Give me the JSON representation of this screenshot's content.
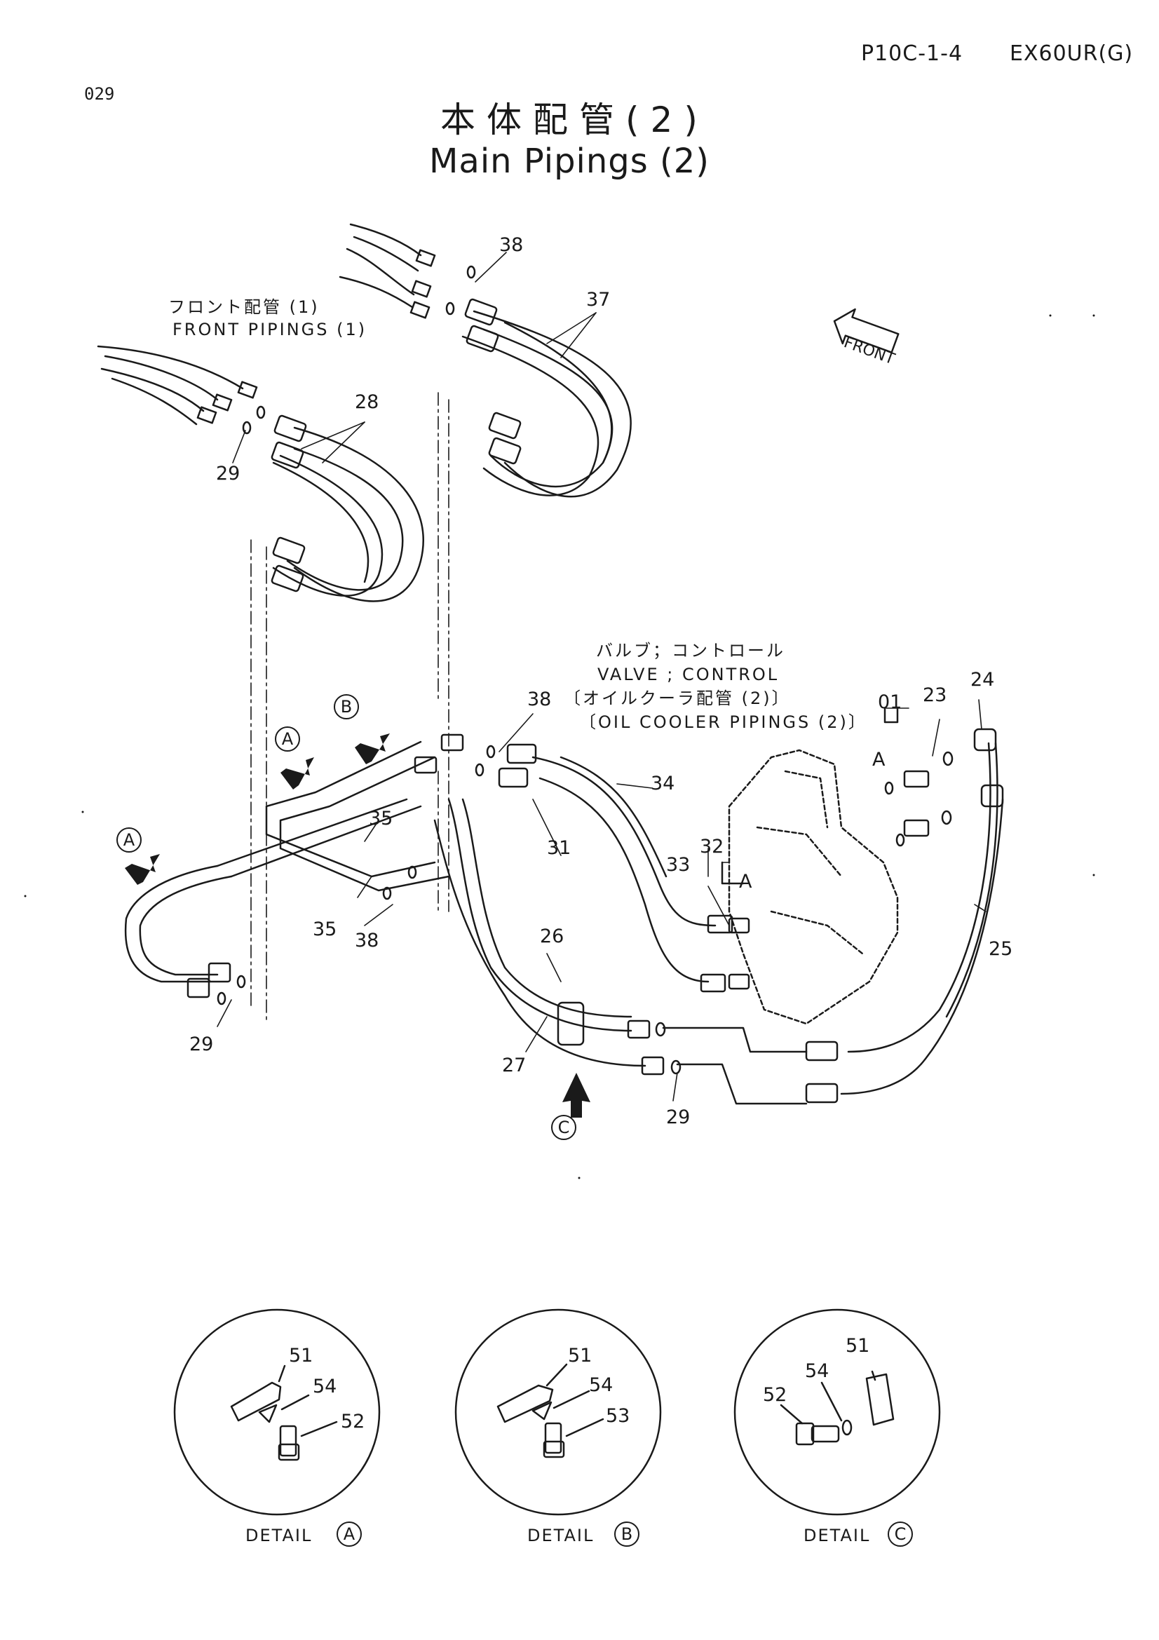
{
  "header": {
    "code": "P10C-1-4",
    "model": "EX60UR(G)",
    "page_number": "029"
  },
  "title": {
    "jp": "本体配管(2)",
    "en": "Main Pipings (2)"
  },
  "notes": {
    "front_jp": "フロント配管 (1)",
    "front_en": "FRONT PIPINGS (1)",
    "valve_jp": "バルブ；コントロール",
    "valve_en": "VALVE ; CONTROL",
    "cooler_jp": "〔オイルクーラ配管 (2)〕",
    "cooler_en": "〔OIL COOLER PIPINGS (2)〕",
    "front_arrow": "FRONT"
  },
  "callouts": {
    "n38a": "38",
    "n37": "37",
    "n28": "28",
    "n29a": "29",
    "n38b": "38",
    "n34": "34",
    "n31": "31",
    "n35a": "35",
    "n35b": "35",
    "n38c": "38",
    "n29b": "29",
    "n26": "26",
    "n27": "27",
    "n29c": "29",
    "n33": "33",
    "n32": "32",
    "n01": "01",
    "n23": "23",
    "n24": "24",
    "n25": "25",
    "nA1": "A",
    "nA2": "A"
  },
  "view_markers": {
    "a1": "A",
    "a2": "A",
    "b1": "B",
    "c1": "C"
  },
  "details": [
    {
      "label": "DETAIL",
      "letter": "A",
      "parts": [
        "51",
        "54",
        "52"
      ]
    },
    {
      "label": "DETAIL",
      "letter": "B",
      "parts": [
        "51",
        "54",
        "53"
      ]
    },
    {
      "label": "DETAIL",
      "letter": "C",
      "parts": [
        "51",
        "54",
        "52"
      ]
    }
  ]
}
